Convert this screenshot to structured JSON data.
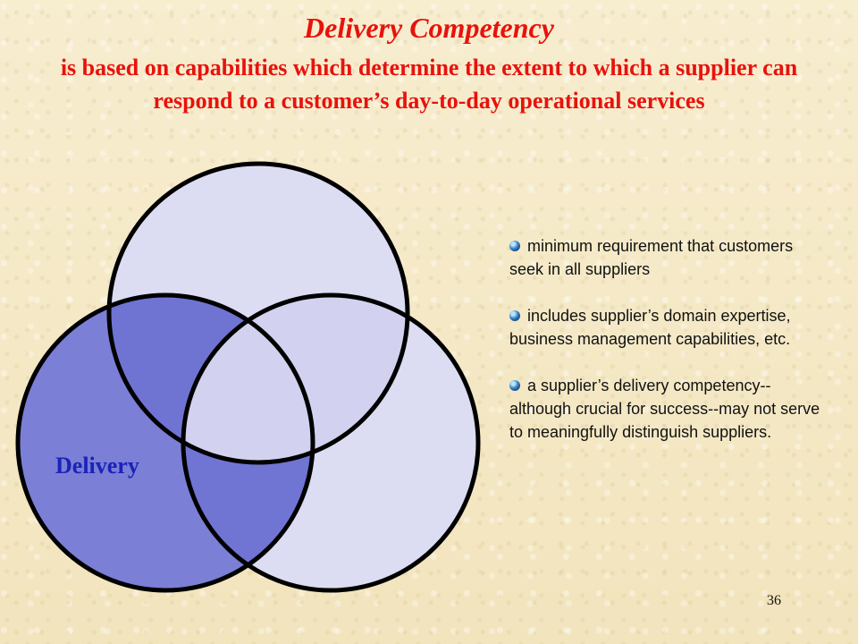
{
  "slide": {
    "title": "Delivery Competency",
    "subtitle": "is based on capabilities which determine the extent to which a supplier can respond to a customer’s day-to-day operational services",
    "page_number": "36"
  },
  "diagram": {
    "highlighted_label": "Delivery",
    "colors": {
      "highlighted_circle": "#7b7fd6",
      "other_circles": "#dcdcf2",
      "outline": "#000000",
      "title": "#e8120c",
      "label": "#1a23b8"
    }
  },
  "bullets": [
    {
      "text": "minimum requirement that customers seek in all suppliers",
      "icon": "blue-ball-icon"
    },
    {
      "text": "includes supplier’s domain expertise, business management capabilities, etc.",
      "icon": "blue-ball-icon"
    },
    {
      "text": "a supplier’s delivery competency--although crucial for success--may not serve to meaningfully distinguish suppliers.",
      "icon": "blue-ball-icon"
    }
  ]
}
